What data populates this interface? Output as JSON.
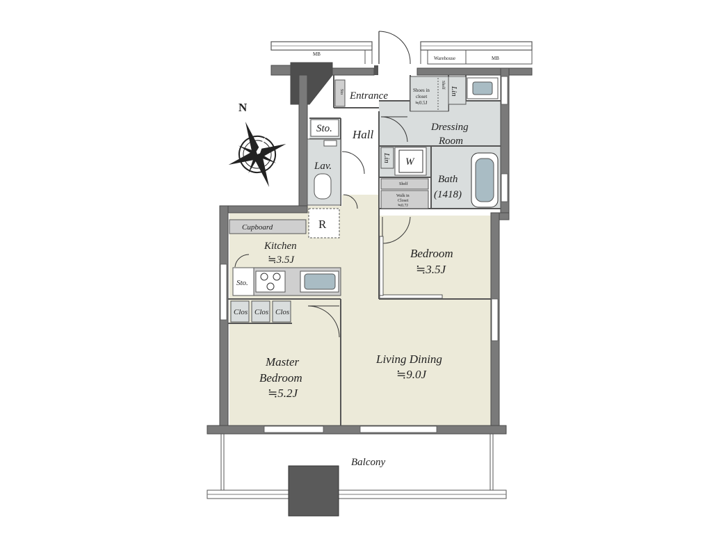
{
  "compass": {
    "north_label": "N"
  },
  "rooms": {
    "entrance": "Entrance",
    "hall": "Hall",
    "sto_hall": "Sto.",
    "lav": "Lav.",
    "dressing_line1": "Dressing",
    "dressing_line2": "Room",
    "washer": "W",
    "lin_dressing": "Lin",
    "lin_entrance": "Lin",
    "shelf_entrance": "Shelf",
    "shoes_line1": "Shoes in",
    "shoes_line2": "closet",
    "shoes_line3": "≒0.5J",
    "bath_line1": "Bath",
    "bath_line2": "(1418)",
    "shelf_walkin": "Shelf",
    "walkin_line1": "Walk in",
    "walkin_line2": "Closet",
    "walkin_line3": "≒0.7J",
    "refrigerator": "R",
    "cupboard": "Cupboard",
    "kitchen_name": "Kitchen",
    "kitchen_size": "≒3.5J",
    "sto_kitchen": "Sto.",
    "clos1": "Clos",
    "clos2": "Clos",
    "clos3": "Clos",
    "bedroom_name": "Bedroom",
    "bedroom_size": "≒3.5J",
    "living_name": "Living Dining",
    "living_size": "≒9.0J",
    "master_line1": "Master",
    "master_line2": "Bedroom",
    "master_size": "≒5.2J",
    "balcony": "Balcony",
    "mb_left": "MB",
    "warehouse": "Warehouse",
    "mb_right": "MB",
    "sto_small": "Sto"
  },
  "colors": {
    "wall": "#7a7a7a",
    "wall_dark": "#4a4a4a",
    "floor_wood": "#ecead9",
    "floor_tile": "#d9dddd",
    "grey_fill": "#cfcfcf",
    "line": "#333333"
  }
}
